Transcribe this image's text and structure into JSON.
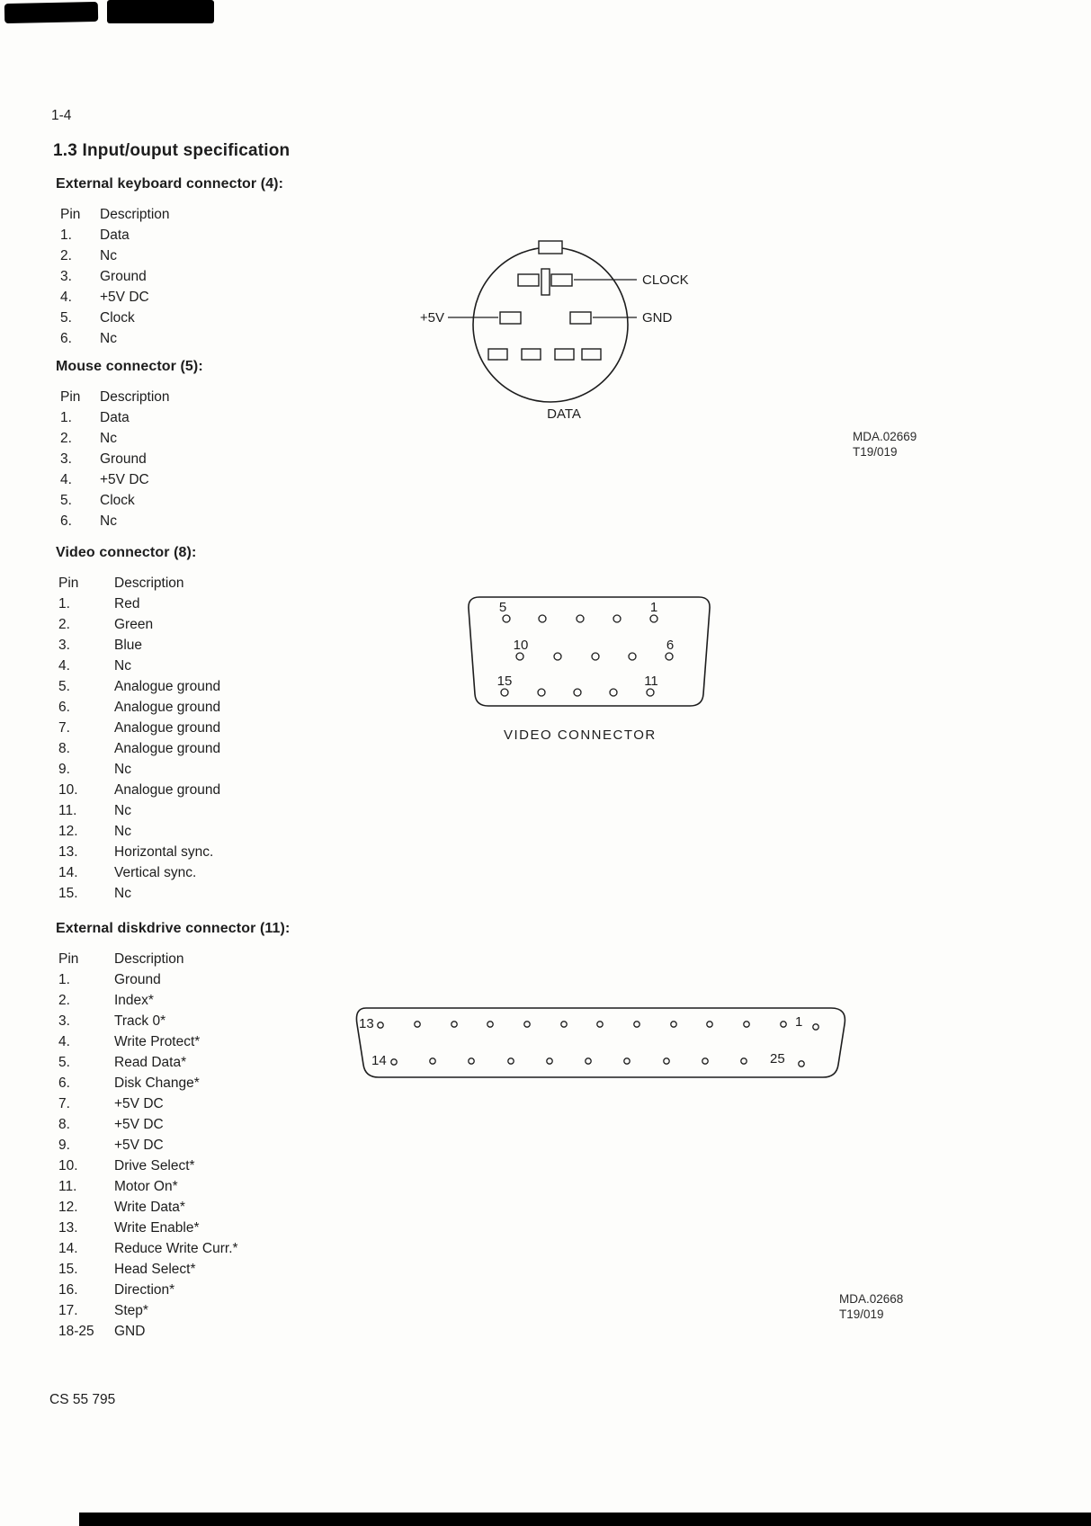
{
  "page": {
    "page_number": "1-4",
    "section_title": "1.3 Input/ouput specification",
    "footer": "CS 55 795"
  },
  "table_headers": {
    "pin": "Pin",
    "description": "Description"
  },
  "keyboard": {
    "heading": "External keyboard connector (4):",
    "rows": [
      [
        "1.",
        "Data"
      ],
      [
        "2.",
        "Nc"
      ],
      [
        "3.",
        "Ground"
      ],
      [
        "4.",
        "+5V DC"
      ],
      [
        "5.",
        "Clock"
      ],
      [
        "6.",
        "Nc"
      ]
    ]
  },
  "mouse": {
    "heading": "Mouse connector (5):",
    "rows": [
      [
        "1.",
        "Data"
      ],
      [
        "2.",
        "Nc"
      ],
      [
        "3.",
        "Ground"
      ],
      [
        "4.",
        "+5V DC"
      ],
      [
        "5.",
        "Clock"
      ],
      [
        "6.",
        "Nc"
      ]
    ]
  },
  "video": {
    "heading": "Video connector (8):",
    "rows": [
      [
        "1.",
        "Red"
      ],
      [
        "2.",
        "Green"
      ],
      [
        "3.",
        "Blue"
      ],
      [
        "4.",
        "Nc"
      ],
      [
        "5.",
        "Analogue ground"
      ],
      [
        "6.",
        "Analogue ground"
      ],
      [
        "7.",
        "Analogue ground"
      ],
      [
        "8.",
        "Analogue ground"
      ],
      [
        "9.",
        "Nc"
      ],
      [
        "10.",
        "Analogue ground"
      ],
      [
        "11.",
        "Nc"
      ],
      [
        "12.",
        "Nc"
      ],
      [
        "13.",
        "Horizontal sync."
      ],
      [
        "14.",
        "Vertical sync."
      ],
      [
        "15.",
        "Nc"
      ]
    ]
  },
  "diskdrive": {
    "heading": "External diskdrive connector (11):",
    "rows": [
      [
        "1.",
        "Ground"
      ],
      [
        "2.",
        "Index*"
      ],
      [
        "3.",
        "Track 0*"
      ],
      [
        "4.",
        "Write Protect*"
      ],
      [
        "5.",
        "Read Data*"
      ],
      [
        "6.",
        "Disk Change*"
      ],
      [
        "7.",
        "+5V DC"
      ],
      [
        "8.",
        "+5V DC"
      ],
      [
        "9.",
        "+5V DC"
      ],
      [
        "10.",
        "Drive Select*"
      ],
      [
        "11.",
        "Motor On*"
      ],
      [
        "12.",
        "Write Data*"
      ],
      [
        "13.",
        "Write Enable*"
      ],
      [
        "14.",
        "Reduce Write Curr.*"
      ],
      [
        "15.",
        "Head Select*"
      ],
      [
        "16.",
        "Direction*"
      ],
      [
        "17.",
        "Step*"
      ],
      [
        "18-25",
        "GND"
      ]
    ]
  },
  "din_diagram": {
    "clock_label": "CLOCK",
    "gnd_label": "GND",
    "v5_label": "+5V",
    "data_label": "DATA",
    "ref_line1": "MDA.02669",
    "ref_line2": "T19/019"
  },
  "video_diagram": {
    "caption": "VIDEO CONNECTOR",
    "pins": {
      "p5": "5",
      "p1": "1",
      "p10": "10",
      "p6": "6",
      "p15": "15",
      "p11": "11"
    }
  },
  "db25_diagram": {
    "pins": {
      "p13": "13",
      "p1": "1",
      "p14": "14",
      "p25": "25"
    },
    "ref_line1": "MDA.02668",
    "ref_line2": "T19/019"
  }
}
